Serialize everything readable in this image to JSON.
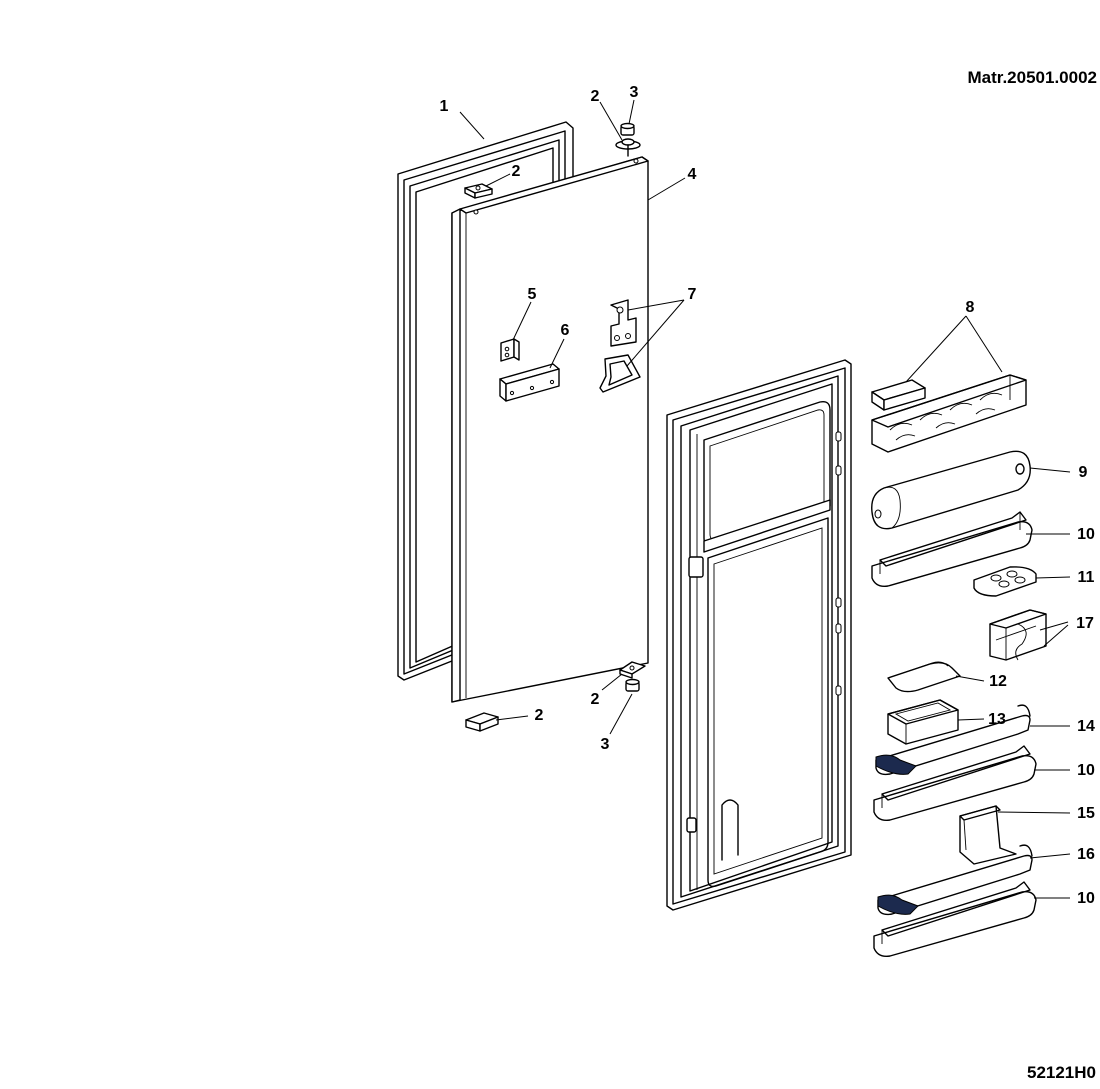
{
  "header": {
    "matr_code": "Matr.20501.0002"
  },
  "footer": {
    "drawing_code": "52121H0"
  },
  "callouts": {
    "c1": "1",
    "c2a": "2",
    "c2b": "2",
    "c2c": "2",
    "c2d": "2",
    "c3a": "3",
    "c3b": "3",
    "c4": "4",
    "c5": "5",
    "c6": "6",
    "c7": "7",
    "c8": "8",
    "c9": "9",
    "c10a": "10",
    "c10b": "10",
    "c10c": "10",
    "c11": "11",
    "c12": "12",
    "c13": "13",
    "c14": "14",
    "c15": "15",
    "c16": "16",
    "c17": "17"
  },
  "colors": {
    "line": "#000000",
    "background": "#ffffff",
    "accent_insert": "#1c2a4e"
  }
}
